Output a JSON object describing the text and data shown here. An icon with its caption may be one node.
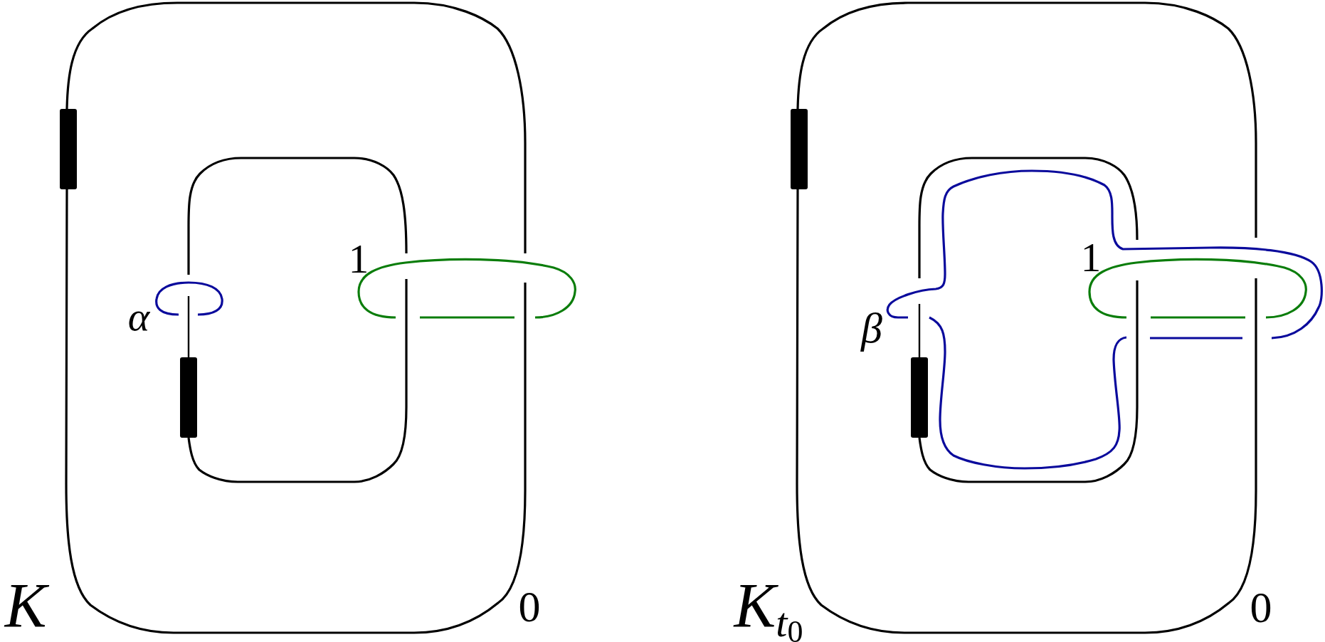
{
  "diagram": {
    "labels": [
      "1",
      "α",
      "K",
      "0",
      "1",
      "β",
      "K$_{t}$$_{0}$",
      "0"
    ]
  }
}
